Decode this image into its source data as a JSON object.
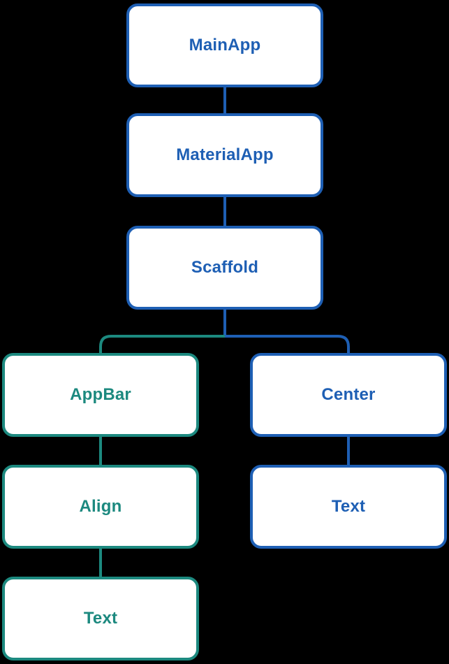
{
  "colors": {
    "blue": "#1e5fb4",
    "teal": "#1c897f",
    "node_fill": "#ffffff",
    "background": "#000000"
  },
  "nodes": [
    {
      "id": "main-app",
      "label": "MainApp",
      "color": "blue"
    },
    {
      "id": "material-app",
      "label": "MaterialApp",
      "color": "blue"
    },
    {
      "id": "scaffold",
      "label": "Scaffold",
      "color": "blue"
    },
    {
      "id": "app-bar",
      "label": "AppBar",
      "color": "teal"
    },
    {
      "id": "center",
      "label": "Center",
      "color": "blue"
    },
    {
      "id": "align",
      "label": "Align",
      "color": "teal"
    },
    {
      "id": "text-left",
      "label": "Text",
      "color": "teal"
    },
    {
      "id": "text-right",
      "label": "Text",
      "color": "blue"
    }
  ],
  "edges": [
    {
      "from": "main-app",
      "to": "material-app",
      "color": "blue"
    },
    {
      "from": "material-app",
      "to": "scaffold",
      "color": "blue"
    },
    {
      "from": "scaffold",
      "to": "center",
      "color": "blue"
    },
    {
      "from": "scaffold",
      "to": "app-bar",
      "color": "teal"
    },
    {
      "from": "app-bar",
      "to": "align",
      "color": "teal"
    },
    {
      "from": "align",
      "to": "text-left",
      "color": "teal"
    },
    {
      "from": "center",
      "to": "text-right",
      "color": "blue"
    }
  ]
}
